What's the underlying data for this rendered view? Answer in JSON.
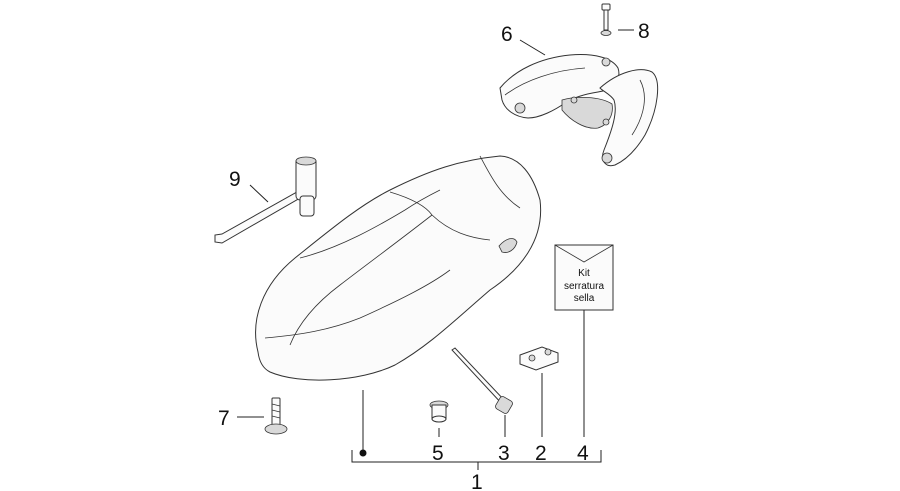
{
  "callouts": {
    "c1": "1",
    "c2": "2",
    "c3": "3",
    "c4": "4",
    "c5": "5",
    "c6": "6",
    "c7": "7",
    "c8": "8",
    "c9": "9"
  },
  "kit_bag": {
    "line1": "Kit",
    "line2": "serratura",
    "line3": "sella"
  }
}
